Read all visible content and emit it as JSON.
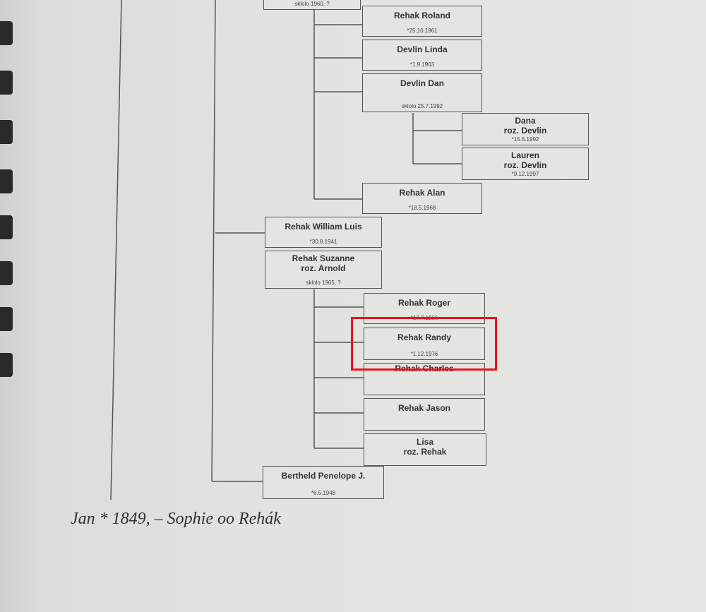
{
  "tree": {
    "top_partial": {
      "date": "sklolo 1960, ?"
    },
    "roland": {
      "name": "Rehak Roland",
      "date": "*25.10.1961"
    },
    "linda": {
      "name": "Devlin Linda",
      "date": "*1.9.1963"
    },
    "dan": {
      "name": "Devlin Dan",
      "date": "sklolo 25.7.1992"
    },
    "dana": {
      "name1": "Dana",
      "name2": "roz. Devlin",
      "date": "*15.5.1992"
    },
    "lauren": {
      "name1": "Lauren",
      "name2": "roz. Devlin",
      "date": "*9.12.1997"
    },
    "alan": {
      "name": "Rehak Alan",
      "date": "*18.5.1968"
    },
    "william": {
      "name": "Rehak William Luis",
      "date": "*30.8.1941"
    },
    "suzanne": {
      "name1": "Rehak Suzanne",
      "name2": "roz. Arnold",
      "date": "sklolo 1965, ?"
    },
    "roger": {
      "name": "Rehak Roger",
      "date": "*17.7.1966"
    },
    "randy": {
      "name": "Rehak Randy",
      "date": "*1.12.1976"
    },
    "charles": {
      "name": "Rehak Charles",
      "date": ""
    },
    "jason": {
      "name": "Rehak Jason",
      "date": ""
    },
    "lisa": {
      "name1": "Lisa",
      "name2": "roz. Rehak",
      "date": ""
    },
    "penelope": {
      "name": "Bertheld Penelope J.",
      "date": "*6.5.1948"
    }
  },
  "caption": "Jan * 1849,  – Sophie  oo Rehák",
  "colors": {
    "highlight": "#e8141b",
    "ink": "#333333",
    "paper": "#e2e2df"
  }
}
